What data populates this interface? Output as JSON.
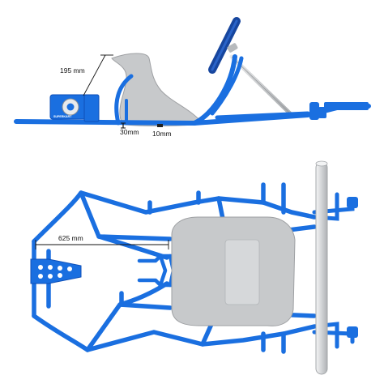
{
  "figure": {
    "side_view": {
      "logo_text": "SUPERKART",
      "dimensions": {
        "seat_height": "195 mm",
        "front_gap": "30mm",
        "rear_gap": "10mm"
      }
    },
    "top_view": {
      "dimensions": {
        "front_to_seat": "625 mm"
      }
    }
  },
  "colors": {
    "frame_blue": "#1a6fe0",
    "frame_blue_dark": "#0e4fb8",
    "seat_grey": "#c7c9cb",
    "seat_outline": "#9ea0a3",
    "axle_silver": "#d6d8da",
    "axle_outline": "#a5a8ab",
    "steering_wheel": "#17469e",
    "dimension_line": "#111111"
  },
  "icons": [
    "steering-wheel-icon",
    "brake-disc-icon"
  ]
}
